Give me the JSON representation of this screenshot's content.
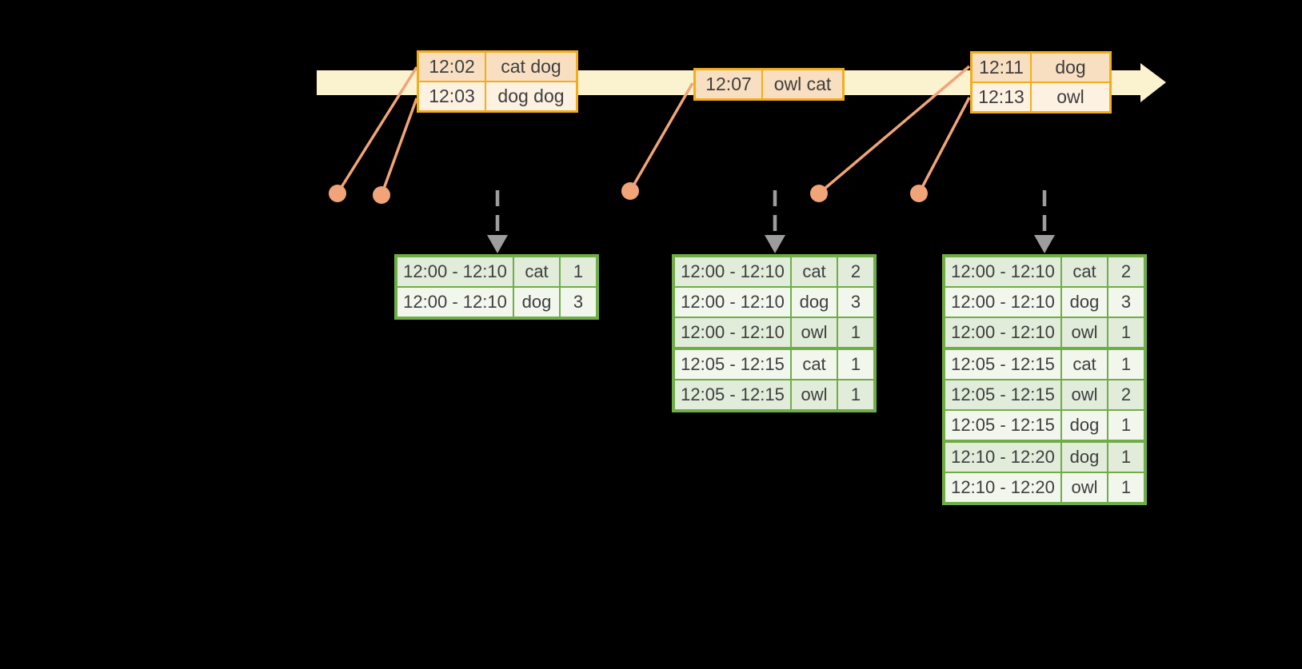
{
  "colors": {
    "band": "#FBF2D0",
    "event_border": "#F2AD1C",
    "event_fill_dark": "#F9DFC1",
    "event_fill_light": "#FDF1E2",
    "connector": "#F0A478",
    "table_border": "#70AD47",
    "row_fill_dark": "#E1ECDA",
    "row_fill_light": "#F2F7EE",
    "arrow_gray": "#9D9D9D",
    "text": "#3E3E3E"
  },
  "event_boxes": [
    {
      "rows": [
        {
          "time": "12:02",
          "words": "cat dog"
        },
        {
          "time": "12:03",
          "words": "dog dog"
        }
      ]
    },
    {
      "rows": [
        {
          "time": "12:07",
          "words": "owl cat"
        }
      ]
    },
    {
      "rows": [
        {
          "time": "12:11",
          "words": "dog"
        },
        {
          "time": "12:13",
          "words": "owl"
        }
      ]
    }
  ],
  "result_tables": [
    {
      "rows": [
        {
          "window": "12:00 - 12:10",
          "word": "cat",
          "count": "1"
        },
        {
          "window": "12:00 - 12:10",
          "word": "dog",
          "count": "3"
        }
      ]
    },
    {
      "rows": [
        {
          "window": "12:00 - 12:10",
          "word": "cat",
          "count": "2"
        },
        {
          "window": "12:00 - 12:10",
          "word": "dog",
          "count": "3"
        },
        {
          "window": "12:00 - 12:10",
          "word": "owl",
          "count": "1"
        },
        {
          "window": "12:05 - 12:15",
          "word": "cat",
          "count": "1"
        },
        {
          "window": "12:05 - 12:15",
          "word": "owl",
          "count": "1"
        }
      ]
    },
    {
      "rows": [
        {
          "window": "12:00 - 12:10",
          "word": "cat",
          "count": "2"
        },
        {
          "window": "12:00 - 12:10",
          "word": "dog",
          "count": "3"
        },
        {
          "window": "12:00 - 12:10",
          "word": "owl",
          "count": "1"
        },
        {
          "window": "12:05 - 12:15",
          "word": "cat",
          "count": "1"
        },
        {
          "window": "12:05 - 12:15",
          "word": "owl",
          "count": "2"
        },
        {
          "window": "12:05 - 12:15",
          "word": "dog",
          "count": "1"
        },
        {
          "window": "12:10 - 12:20",
          "word": "dog",
          "count": "1"
        },
        {
          "window": "12:10 - 12:20",
          "word": "owl",
          "count": "1"
        }
      ]
    }
  ]
}
